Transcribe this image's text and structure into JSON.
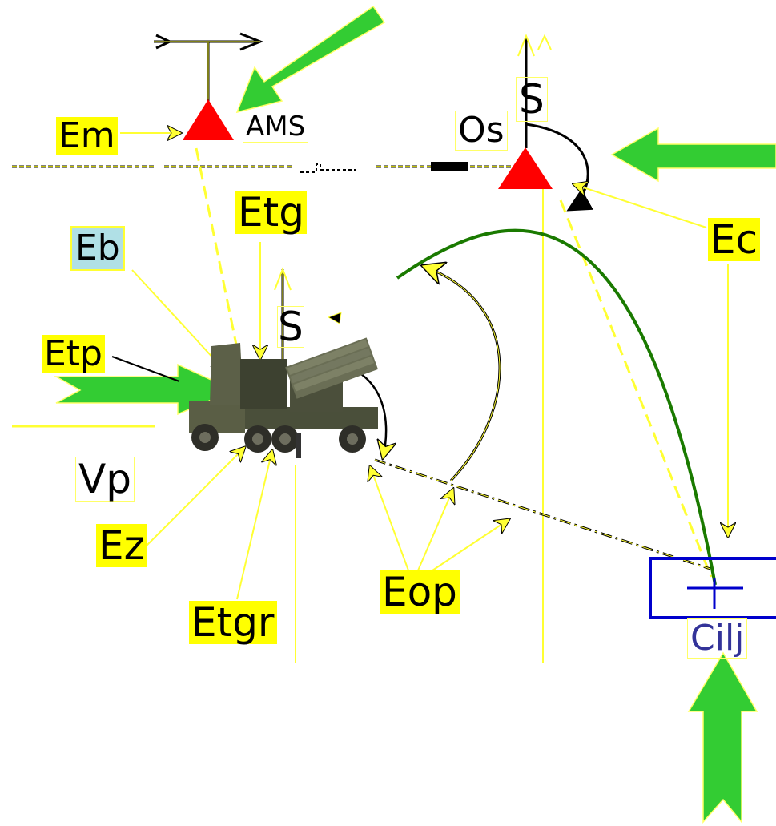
{
  "labels": {
    "em": "Em",
    "ams": "AMS",
    "os": "Os",
    "s_top": "S",
    "etg": "Etg",
    "eb": "Eb",
    "ec": "Ec",
    "etp": "Etp",
    "s_vehicle": "S",
    "vp": "Vp",
    "ez": "Ez",
    "eop": "Eop",
    "etgr": "Etgr",
    "cilj": "Cilj"
  },
  "colors": {
    "highlight": "#ffff00",
    "eb_highlight": "#b0e0e6",
    "wind_arrow": "#33cc33",
    "station": "#ff0000",
    "trajectory": "#1a7a00",
    "target": "#0000cc",
    "guide": "#ffff33"
  },
  "icons": {
    "vehicle": "rocket-launcher-truck-icon",
    "station": "triangle-station-icon",
    "target": "target-box-icon"
  }
}
